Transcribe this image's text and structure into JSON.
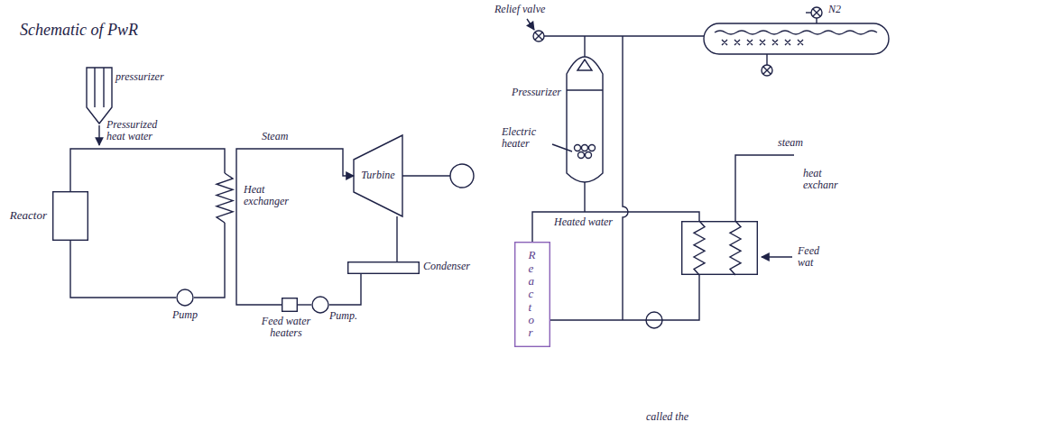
{
  "diagram": {
    "title": "Schematic of PwR",
    "nodes": [
      {
        "text": [
          "pressurizer"
        ]
      },
      {
        "text": [
          "Reactor"
        ]
      },
      {
        "text": [
          "Heat exchanger"
        ]
      },
      {
        "text": [
          "Turbine"
        ]
      },
      {
        "text": [
          "Condenser"
        ]
      },
      {
        "text": [
          "Feed water heaters"
        ]
      },
      {
        "text": [
          "Pump."
        ]
      },
      {
        "text": [
          "Pump"
        ]
      },
      {
        "text": [
          "Pressurizer"
        ]
      },
      {
        "text": [
          "Re actor"
        ]
      },
      {
        "text": [
          "heat exchanr"
        ]
      }
    ],
    "edges": [
      {
        "from": 1,
        "to": 2,
        "arrow": "none"
      },
      {
        "from": 2,
        "to": 3,
        "label": "Steam",
        "arrow": "to"
      },
      {
        "from": 3,
        "to": 4,
        "arrow": "none"
      },
      {
        "from": 4,
        "to": 6,
        "arrow": "none"
      },
      {
        "from": 6,
        "to": 5,
        "arrow": "none"
      },
      {
        "from": 5,
        "to": 2,
        "arrow": "none"
      },
      {
        "from": 2,
        "to": 7,
        "arrow": "none"
      },
      {
        "from": 7,
        "to": 1,
        "arrow": "none"
      },
      {
        "from": 9,
        "to": 10,
        "arrow": "none"
      },
      {
        "from": 10,
        "to": 9,
        "arrow": "none"
      }
    ],
    "labels": [
      "Pressurized heat water",
      "Relief valve",
      "N2",
      "Electric heater",
      "Heated water",
      "steam",
      "Feed wat",
      "called the"
    ]
  }
}
